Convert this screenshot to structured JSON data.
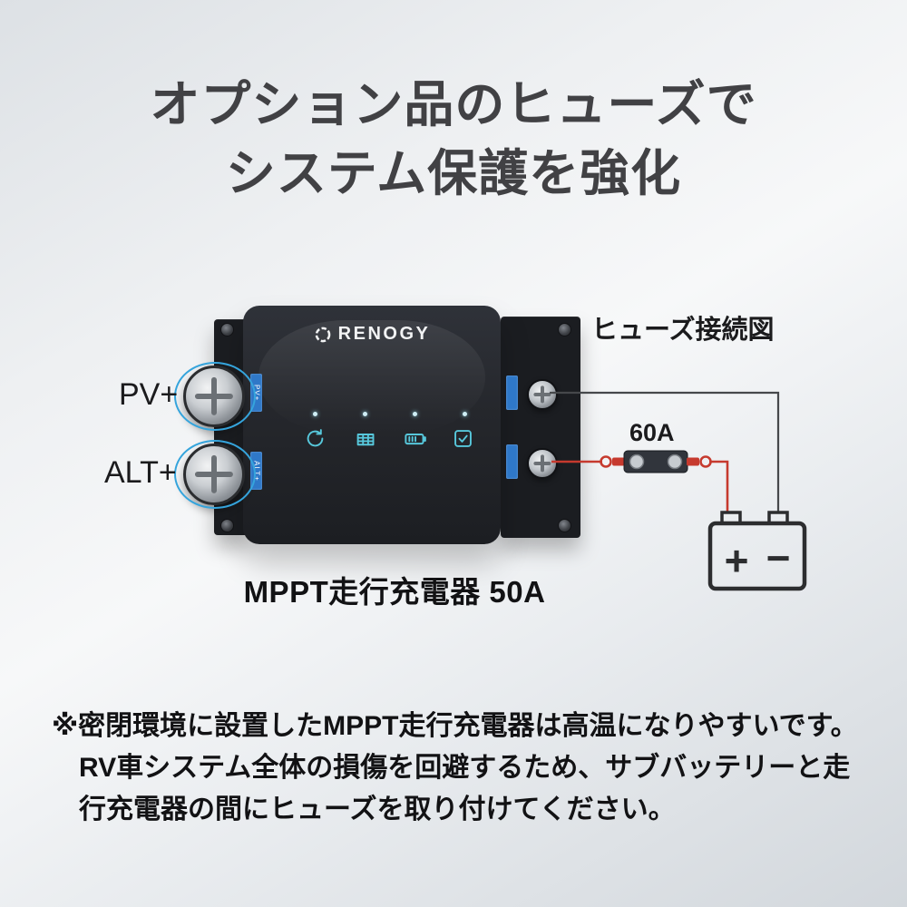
{
  "headline": {
    "line1": "オプション品のヒューズで",
    "line2": "システム保護を強化"
  },
  "device": {
    "brand": "RENOGY",
    "caption": "MPPT走行充電器 50A",
    "port_labels": {
      "pv": "PV+",
      "alt": "ALT+"
    },
    "callout_labels": {
      "pv": "PV+",
      "alt": "ALT+"
    }
  },
  "diagram": {
    "title": "ヒューズ接続図",
    "fuse_rating": "60A",
    "battery": {
      "plus": "+",
      "minus": "−"
    }
  },
  "note": {
    "line1": "※密閉環境に設置したMPPT走行充電器は高温になりやすいです。",
    "line2": "RV車システム全体の損傷を回避するため、サブバッテリーと走",
    "line3": "行充電器の間にヒューズを取り付けてください。"
  },
  "colors": {
    "wire_positive": "#c63a2e",
    "wire_negative": "#46484b",
    "accent_blue": "#2f78c8",
    "highlight_blue": "#35a4dc",
    "icon_teal": "#57c8dc",
    "device_body": "#25272c",
    "text": "#1b1b1d"
  }
}
